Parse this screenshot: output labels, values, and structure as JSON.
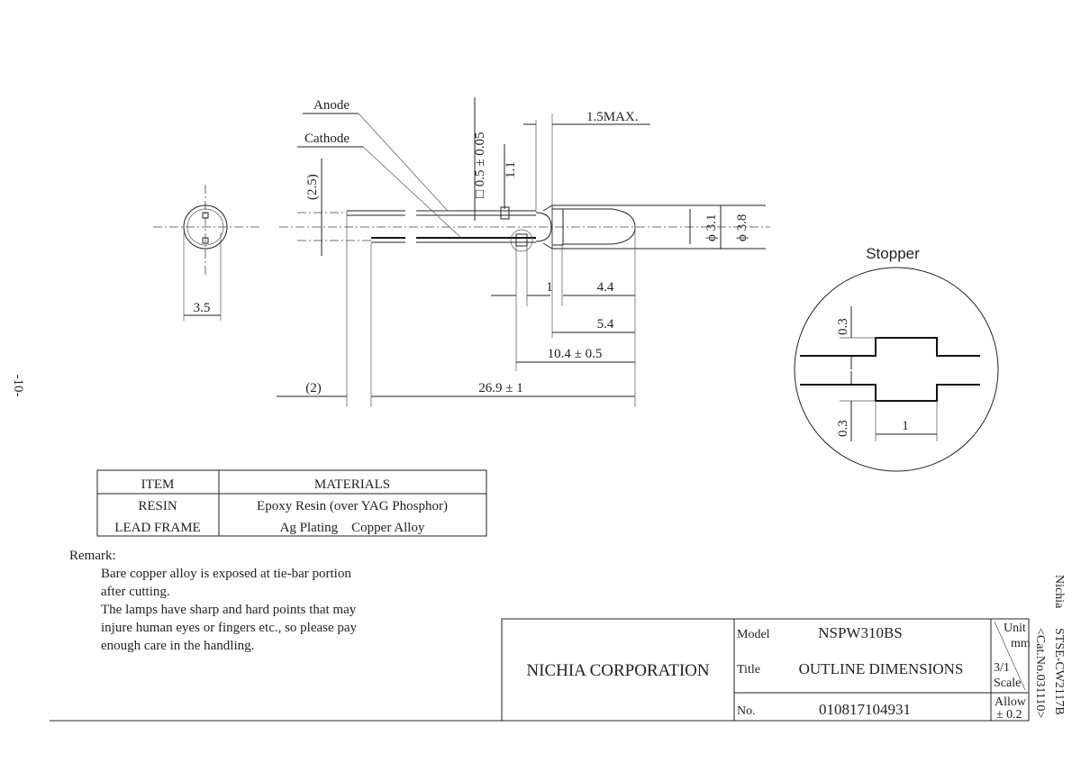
{
  "page_number": "-10-",
  "side_text": {
    "company": "Nichia",
    "doc_code": "STSE-CW2117B",
    "cat_no": "<Cat.No.031110>"
  },
  "drawing": {
    "labels": {
      "anode": "Anode",
      "cathode": "Cathode",
      "stopper": "Stopper"
    },
    "dimensions": {
      "lead_square": "□ 0.5 ± 0.05",
      "dim_1_1": "1.1",
      "dim_2_5": "(2.5)",
      "max_1_5": "1.5MAX.",
      "phi_3_1": "ϕ 3.1",
      "phi_3_8": "ϕ 3.8",
      "dim_1": "1",
      "dim_4_4": "4.4",
      "dim_5_4": "5.4",
      "dim_10_4": "10.4 ± 0.5",
      "dim_2": "(2)",
      "dim_26_9": "26.9 ± 1",
      "dim_3_5": "3.5",
      "stopper_0_3_top": "0.3",
      "stopper_0_3_bottom": "0.3",
      "stopper_1": "1"
    }
  },
  "materials_table": {
    "headers": [
      "ITEM",
      "MATERIALS"
    ],
    "rows": [
      [
        "RESIN",
        "Epoxy Resin (over YAG Phosphor)"
      ],
      [
        "LEAD FRAME",
        "Ag Plating    Copper Alloy"
      ]
    ]
  },
  "remark": {
    "title": "Remark:",
    "lines": [
      "Bare copper alloy is exposed at tie-bar portion",
      "after cutting.",
      "The lamps have sharp and hard points that may",
      "injure human eyes or fingers etc., so please pay",
      "enough care in the handling."
    ]
  },
  "title_block": {
    "company": "NICHIA CORPORATION",
    "model_label": "Model",
    "model_value": "NSPW310BS",
    "title_label": "Title",
    "title_value": "OUTLINE DIMENSIONS",
    "no_label": "No.",
    "no_value": "010817104931",
    "unit_label": "Unit",
    "unit_value": "mm",
    "scale_value": "3/1",
    "scale_label": "Scale",
    "allow_label": "Allow",
    "allow_value": "± 0.2"
  }
}
